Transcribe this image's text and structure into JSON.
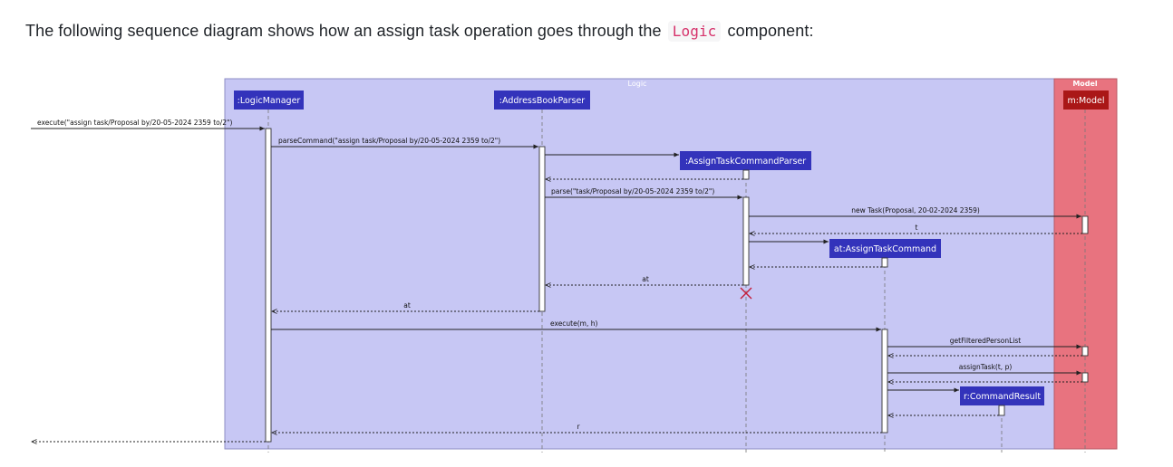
{
  "intro": {
    "before": "The following sequence diagram shows how an assign task operation goes through the",
    "code": "Logic",
    "after": "component:"
  },
  "diagram": {
    "boxes": {
      "logic": "Logic",
      "model": "Model"
    },
    "participants": {
      "logic_manager": ":LogicManager",
      "address_book_parser": ":AddressBookParser",
      "assign_task_command_parser": ":AssignTaskCommandParser",
      "assign_task_command": "at:AssignTaskCommand",
      "command_result": "r:CommandResult",
      "model": "m:Model"
    },
    "messages": {
      "execute_call": "execute(\"assign task/Proposal by/20-05-2024 2359 to/2\")",
      "parse_command": "parseCommand(\"assign task/Proposal by/20-05-2024 2359 to/2\")",
      "parse": "parse(\"task/Proposal by/20-05-2024 2359 to/2\")",
      "new_task": "new Task(Proposal, 20-02-2024 2359)",
      "t_return": "t",
      "at_return_1": "at",
      "at_return_2": "at",
      "execute_m_h": "execute(m, h)",
      "get_filtered": "getFilteredPersonList",
      "assign_task": "assignTask(t, p)",
      "r_return": "r"
    }
  }
}
